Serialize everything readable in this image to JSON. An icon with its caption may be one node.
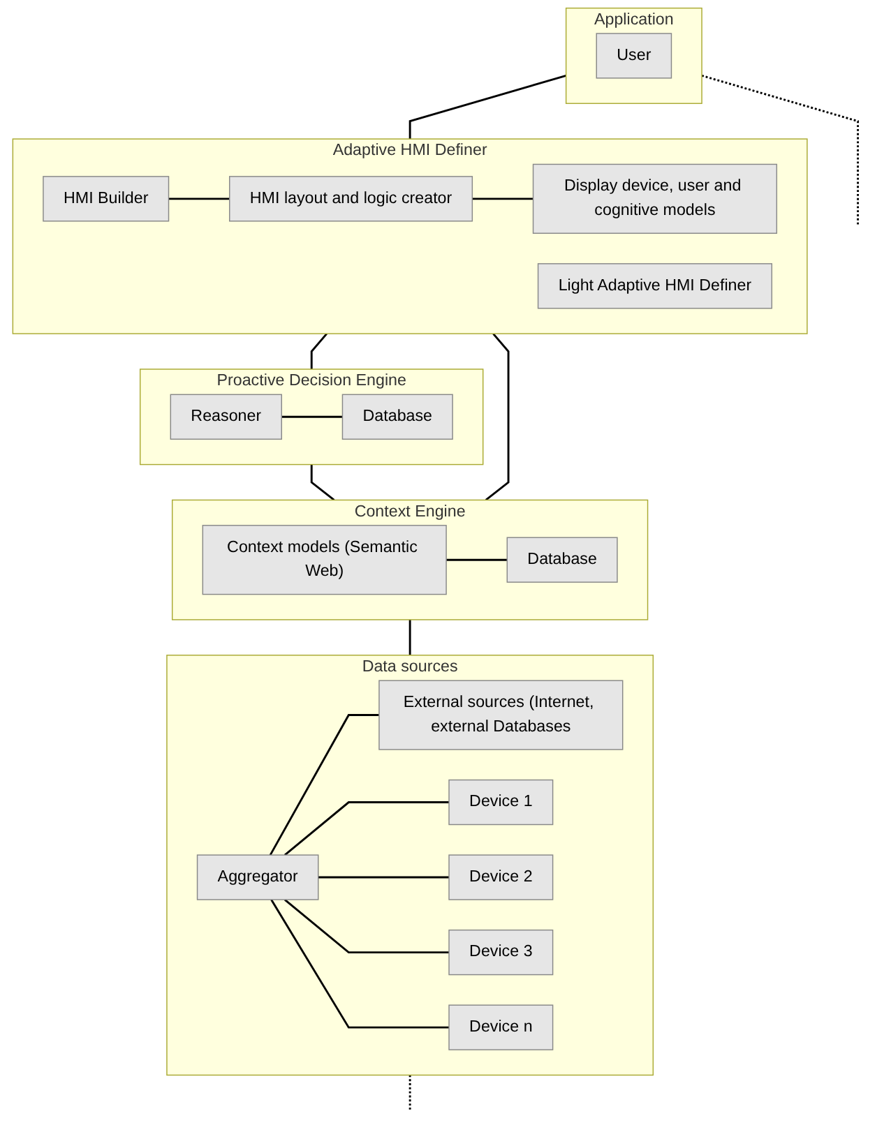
{
  "diagram": {
    "nodes": [
      {
        "text": [
          "Application"
        ]
      },
      {
        "text": [
          "User"
        ],
        "in": 0
      },
      {
        "text": [
          "Adaptive HMI Definer"
        ]
      },
      {
        "text": [
          "HMI Builder"
        ],
        "in": 2
      },
      {
        "text": [
          "Light Adaptive HMI Definer"
        ],
        "in": 2
      },
      {
        "text": [
          "HMI layout and logic creator"
        ],
        "in": 2
      },
      {
        "text": [
          "Display device, user and cognitive models"
        ],
        "in": 2
      },
      {
        "text": [
          "Proactive Decision Engine"
        ]
      },
      {
        "text": [
          "Reasoner"
        ],
        "in": 7
      },
      {
        "text": [
          "Database"
        ],
        "in": 7
      },
      {
        "text": [
          "Context Engine"
        ]
      },
      {
        "text": [
          "Context models (Semantic Web)"
        ],
        "in": 10
      },
      {
        "text": [
          "Database"
        ],
        "in": 10
      },
      {
        "text": [
          "Data sources"
        ]
      },
      {
        "text": [
          "Aggregator"
        ],
        "in": 13
      },
      {
        "text": [
          "External sources (Internet, external Databases"
        ],
        "in": 13
      },
      {
        "text": [
          "Device 1"
        ],
        "in": 13
      },
      {
        "text": [
          "Device 2"
        ],
        "in": 13
      },
      {
        "text": [
          "Device 3"
        ],
        "in": 13
      },
      {
        "text": [
          "Device n"
        ],
        "in": 13
      }
    ],
    "edges": [
      {
        "from": 0,
        "to": 2,
        "arrow": "none"
      },
      {
        "from": 3,
        "to": 5,
        "arrow": "none"
      },
      {
        "from": 5,
        "to": 6,
        "arrow": "none"
      },
      {
        "from": 2,
        "to": 7,
        "arrow": "none"
      },
      {
        "from": 8,
        "to": 9,
        "arrow": "none"
      },
      {
        "from": 7,
        "to": 10,
        "arrow": "none"
      },
      {
        "from": 2,
        "to": 10,
        "arrow": "none"
      },
      {
        "from": 11,
        "to": 12,
        "arrow": "none"
      },
      {
        "from": 10,
        "to": 13,
        "arrow": "none"
      },
      {
        "from": 14,
        "to": 15,
        "arrow": "none"
      },
      {
        "from": 14,
        "to": 16,
        "arrow": "none"
      },
      {
        "from": 14,
        "to": 17,
        "arrow": "none"
      },
      {
        "from": 14,
        "to": 18,
        "arrow": "none"
      },
      {
        "from": 14,
        "to": 19,
        "arrow": "none"
      },
      {
        "from": 0,
        "to": null,
        "arrow": "none",
        "style": "dashed"
      },
      {
        "from": 13,
        "to": null,
        "arrow": "none",
        "style": "dashed"
      }
    ]
  }
}
